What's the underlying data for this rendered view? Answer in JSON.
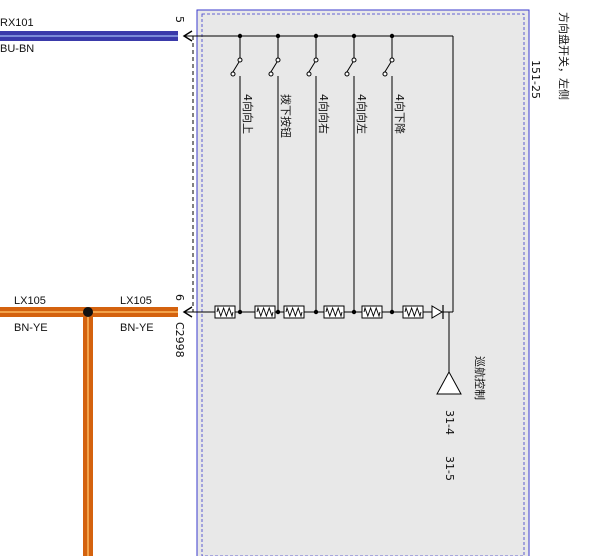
{
  "colors": {
    "wire_blue": "#3a3aaa",
    "wire_blue_core": "#7a8ad8",
    "wire_orange": "#d4620e",
    "wire_orange_core": "#f2a24a",
    "wire_brown": "#6b3a1a",
    "module_fill": "#e8e8e8",
    "module_border": "#3a3acc",
    "line": "#000000"
  },
  "wires": {
    "top": {
      "circuit": "RX101",
      "color_code": "BU-BN",
      "pin": "5"
    },
    "bottom_left": {
      "circuit": "LX105",
      "color_code": "BN-YE"
    },
    "bottom_right": {
      "circuit": "LX105",
      "color_code": "BN-YE",
      "pin": "6",
      "connector": "C2998"
    }
  },
  "module": {
    "name": "方向盘开关，左侧",
    "ref": "151-25",
    "ground_label": "巡航控制",
    "ground_ref_1": "31-4",
    "ground_ref_2": "31-5"
  },
  "switches": [
    {
      "label": "4向向上"
    },
    {
      "label": "拨下按钮"
    },
    {
      "label": "4向向右"
    },
    {
      "label": "4向向左"
    },
    {
      "label": "4向下降"
    }
  ]
}
